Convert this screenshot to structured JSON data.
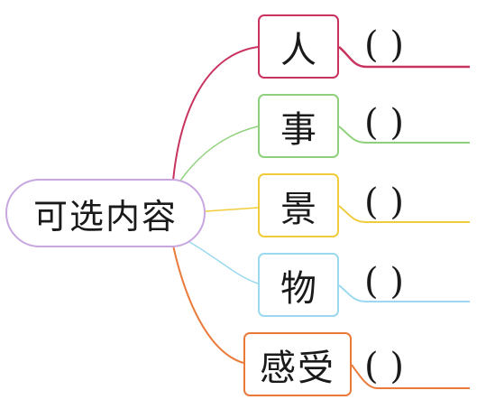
{
  "root": {
    "label": "可选内容"
  },
  "branches": [
    {
      "key": "people",
      "label": "人",
      "blank": "(      )",
      "color": "#c9335f"
    },
    {
      "key": "events",
      "label": "事",
      "blank": "(      )",
      "color": "#8fd07a"
    },
    {
      "key": "scenery",
      "label": "景",
      "blank": "(      )",
      "color": "#f0cc3c"
    },
    {
      "key": "objects",
      "label": "物",
      "blank": "(      )",
      "color": "#9ad9ef"
    },
    {
      "key": "feelings",
      "label": "感受",
      "blank": "(      )",
      "color": "#ea7a3a"
    }
  ],
  "colors": {
    "root_border": "#c8a6df"
  }
}
